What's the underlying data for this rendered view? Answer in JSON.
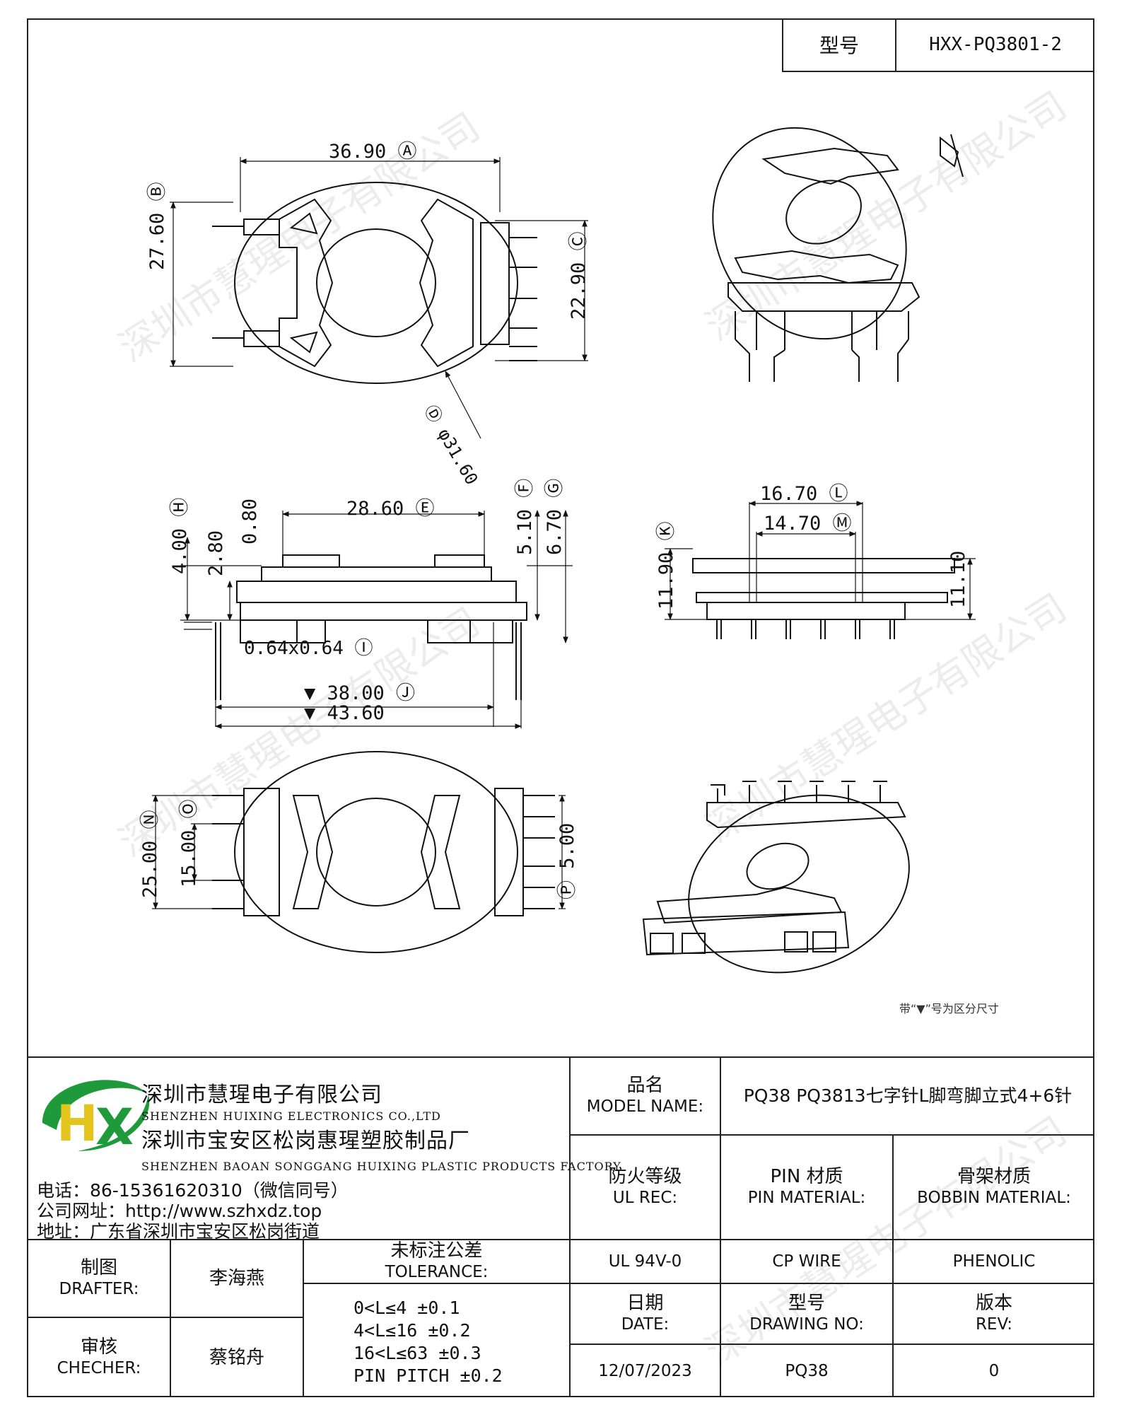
{
  "model_label": "型号",
  "model_value": "HXX-PQ3801-2",
  "dims": {
    "A": "36.90",
    "B": "27.60",
    "C": "22.90",
    "D": "φ31.60",
    "E": "28.60",
    "F": "5.10",
    "G": "6.70",
    "H": "4.00",
    "h28": "2.80",
    "h08": "0.80",
    "I": "0.64x0.64",
    "J": "38.00",
    "total": "43.60",
    "L": "16.70",
    "M": "14.70",
    "K": "11.90",
    "k2": "11.10",
    "N": "25.00",
    "O": "15.00",
    "P": "5.00"
  },
  "dim_letters": {
    "A": "A",
    "B": "B",
    "C": "C",
    "D": "D",
    "E": "E",
    "F": "F",
    "G": "G",
    "H": "H",
    "I": "I",
    "J": "J",
    "K": "K",
    "L": "L",
    "M": "M",
    "N": "N",
    "O": "O",
    "P": "P"
  },
  "note": "带“▼”号为区分尺寸",
  "watermark": "深圳市慧瑆电子有限公司",
  "logo": {
    "text": "HX",
    "colors": {
      "green": "#1f9a3a",
      "yellow": "#e4c51e"
    }
  },
  "company": {
    "name_cn": "深圳市慧瑆电子有限公司",
    "name_en": "SHENZHEN HUIXING ELECTRONICS CO.,LTD",
    "factory_cn": "深圳市宝安区松岗惠瑆塑胶制品厂",
    "factory_en": "SHENZHEN BAOAN SONGGANG HUIXING PLASTIC PRODUCTS FACTORY",
    "phone": "电话：86-15361620310（微信同号）",
    "website": "公司网址：http://www.szhxdz.top",
    "address": "地址：广东省深圳市宝安区松岗街道"
  },
  "title_block": {
    "model_name_cn": "品名",
    "model_name_en": "MODEL NAME:",
    "model_name_value": "PQ38 PQ3813七字针L脚弯脚立式4+6针",
    "ul_cn": "防火等级",
    "ul_en": "UL REC:",
    "ul_value": "UL 94V-0",
    "pin_cn": "PIN 材质",
    "pin_en": "PIN MATERIAL:",
    "pin_value": "CP WIRE",
    "bobbin_cn": "骨架材质",
    "bobbin_en": "BOBBIN MATERIAL:",
    "bobbin_value": "PHENOLIC",
    "drafter_cn": "制图",
    "drafter_en": "DRAFTER:",
    "drafter_value": "李海燕",
    "checker_cn": "审核",
    "checker_en": "CHECHER:",
    "checker_value": "蔡铭舟",
    "tol_cn": "未标注公差",
    "tol_en": "TOLERANCE:",
    "tol_lines": [
      "0<L≤4   ±0.1",
      "4<L≤16  ±0.2",
      "16<L≤63  ±0.3",
      "PIN PITCH ±0.2"
    ],
    "date_cn": "日期",
    "date_en": "DATE:",
    "date_value": "12/07/2023",
    "drawing_cn": "型号",
    "drawing_en": "DRAWING NO:",
    "drawing_value": "PQ38",
    "rev_cn": "版本",
    "rev_en": "REV:",
    "rev_value": "0"
  }
}
